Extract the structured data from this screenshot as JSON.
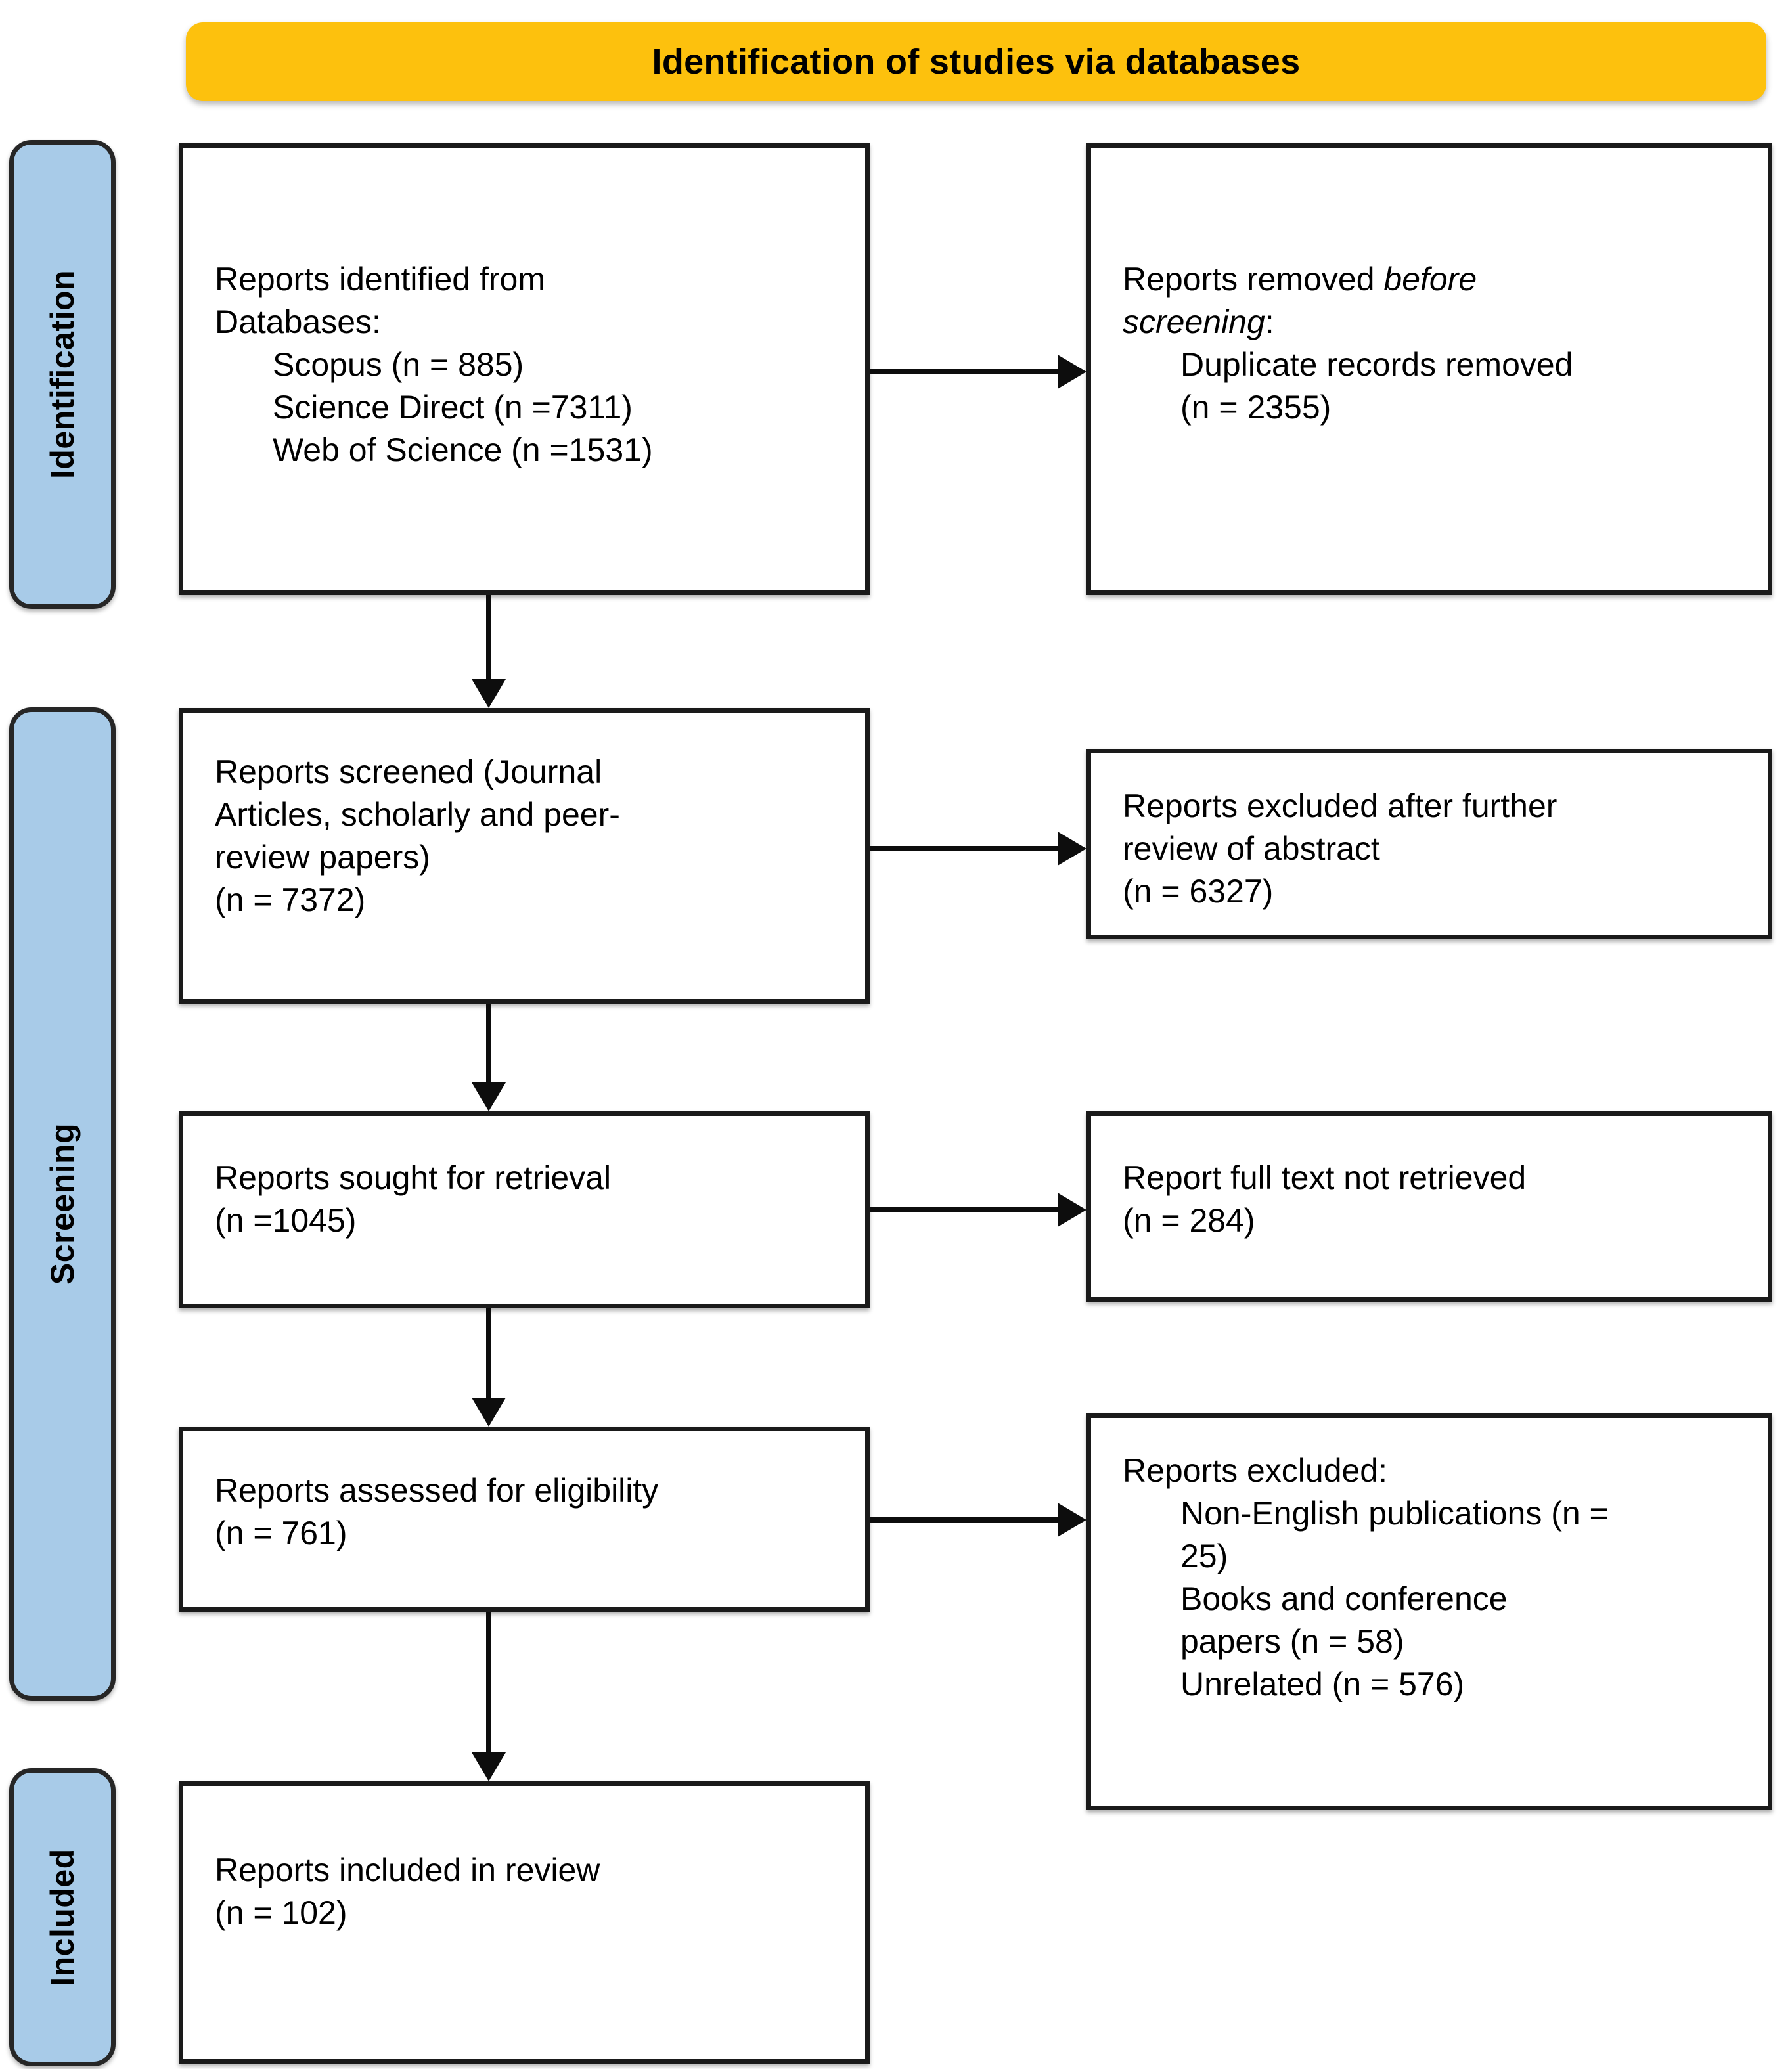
{
  "header": {
    "title": "Identification of studies via databases",
    "color": "#FDC10D"
  },
  "stages": {
    "identification": "Identification",
    "screening": "Screening",
    "included": "Included",
    "color": "#A8CBE8"
  },
  "boxes": {
    "identified": {
      "line1": "Reports identified from",
      "line2": "Databases:",
      "item1": "Scopus (n = 885)",
      "item2": "Science Direct (n =7311)",
      "item3": "Web of Science (n =1531)"
    },
    "removed": {
      "line1": "Reports removed ",
      "line1_italic": "before",
      "line2_italic": "screening",
      "line2_tail": ":",
      "item1": "Duplicate records removed",
      "item2": "(n = 2355)"
    },
    "screened": {
      "line1": "Reports screened (Journal",
      "line2": "Articles, scholarly and peer-",
      "line3": "review papers)",
      "line4": "(n = 7372)"
    },
    "excluded_abstract": {
      "line1": "Reports excluded after further",
      "line2": "review of abstract",
      "line3": "(n = 6327)"
    },
    "sought": {
      "line1": "Reports sought for retrieval",
      "line2": "(n =1045)"
    },
    "not_retrieved": {
      "line1": "Report full text not retrieved",
      "line2": "(n = 284)"
    },
    "eligibility": {
      "line1": "Reports assessed for eligibility",
      "line2": "(n = 761)"
    },
    "excluded_detail": {
      "line1": "Reports excluded:",
      "item1": "Non-English publications (n =",
      "item2": "25)",
      "item3": "Books and conference",
      "item4": "papers (n = 58)",
      "item5": "Unrelated (n = 576)"
    },
    "included": {
      "line1": "Reports included in review",
      "line2": "(n = 102)"
    }
  }
}
